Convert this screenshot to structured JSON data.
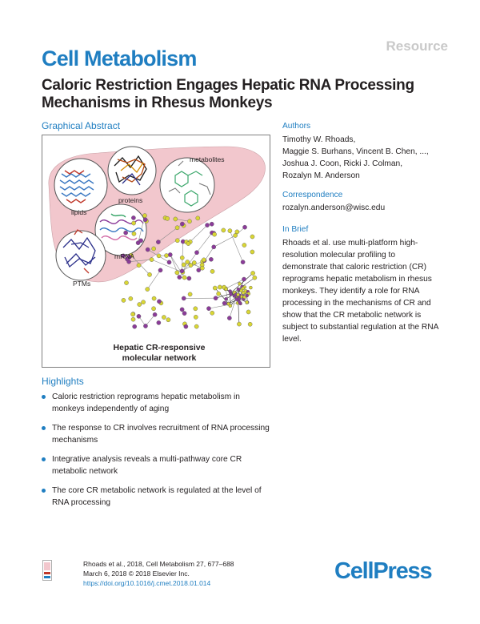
{
  "header": {
    "section_tag": "Resource",
    "journal": "Cell Metabolism",
    "title": "Caloric Restriction Engages Hepatic RNA Processing Mechanisms in Rhesus Monkeys"
  },
  "graphical_abstract": {
    "heading": "Graphical Abstract",
    "labels": {
      "metabolites": "metabolites",
      "proteins": "proteins",
      "lipids": "lipids",
      "mrna": "mRNA",
      "ptms": "PTMs",
      "caption_line1": "Hepatic CR-responsive",
      "caption_line2": "molecular network"
    },
    "colors": {
      "liver": "#f2c7cd",
      "node_yellow": "#d9d634",
      "node_purple": "#8b3b99",
      "edge": "#8a8a8a"
    }
  },
  "authors": {
    "heading": "Authors",
    "lines": [
      "Timothy W. Rhoads,",
      "Maggie S. Burhans, Vincent B. Chen, ...,",
      "Joshua J. Coon, Ricki J. Colman,",
      "Rozalyn M. Anderson"
    ]
  },
  "correspondence": {
    "heading": "Correspondence",
    "email": "rozalyn.anderson@wisc.edu"
  },
  "in_brief": {
    "heading": "In Brief",
    "text": "Rhoads et al. use multi-platform high-resolution molecular profiling to demonstrate that caloric restriction (CR) reprograms hepatic metabolism in rhesus monkeys. They identify a role for RNA processing in the mechanisms of CR and show that the CR metabolic network is subject to substantial regulation at the RNA level."
  },
  "highlights": {
    "heading": "Highlights",
    "items": [
      "Caloric restriction reprograms hepatic metabolism in monkeys independently of aging",
      "The response to CR involves recruitment of RNA processing mechanisms",
      "Integrative analysis reveals a multi-pathway core CR metabolic network",
      "The core CR metabolic network is regulated at the level of RNA processing"
    ]
  },
  "footer": {
    "citation": "Rhoads et al., 2018, Cell Metabolism 27, 677–688",
    "date": "March 6, 2018 © 2018 Elsevier Inc.",
    "doi": "https://doi.org/10.1016/j.cmet.2018.01.014",
    "publisher_logo": "CellPress"
  }
}
